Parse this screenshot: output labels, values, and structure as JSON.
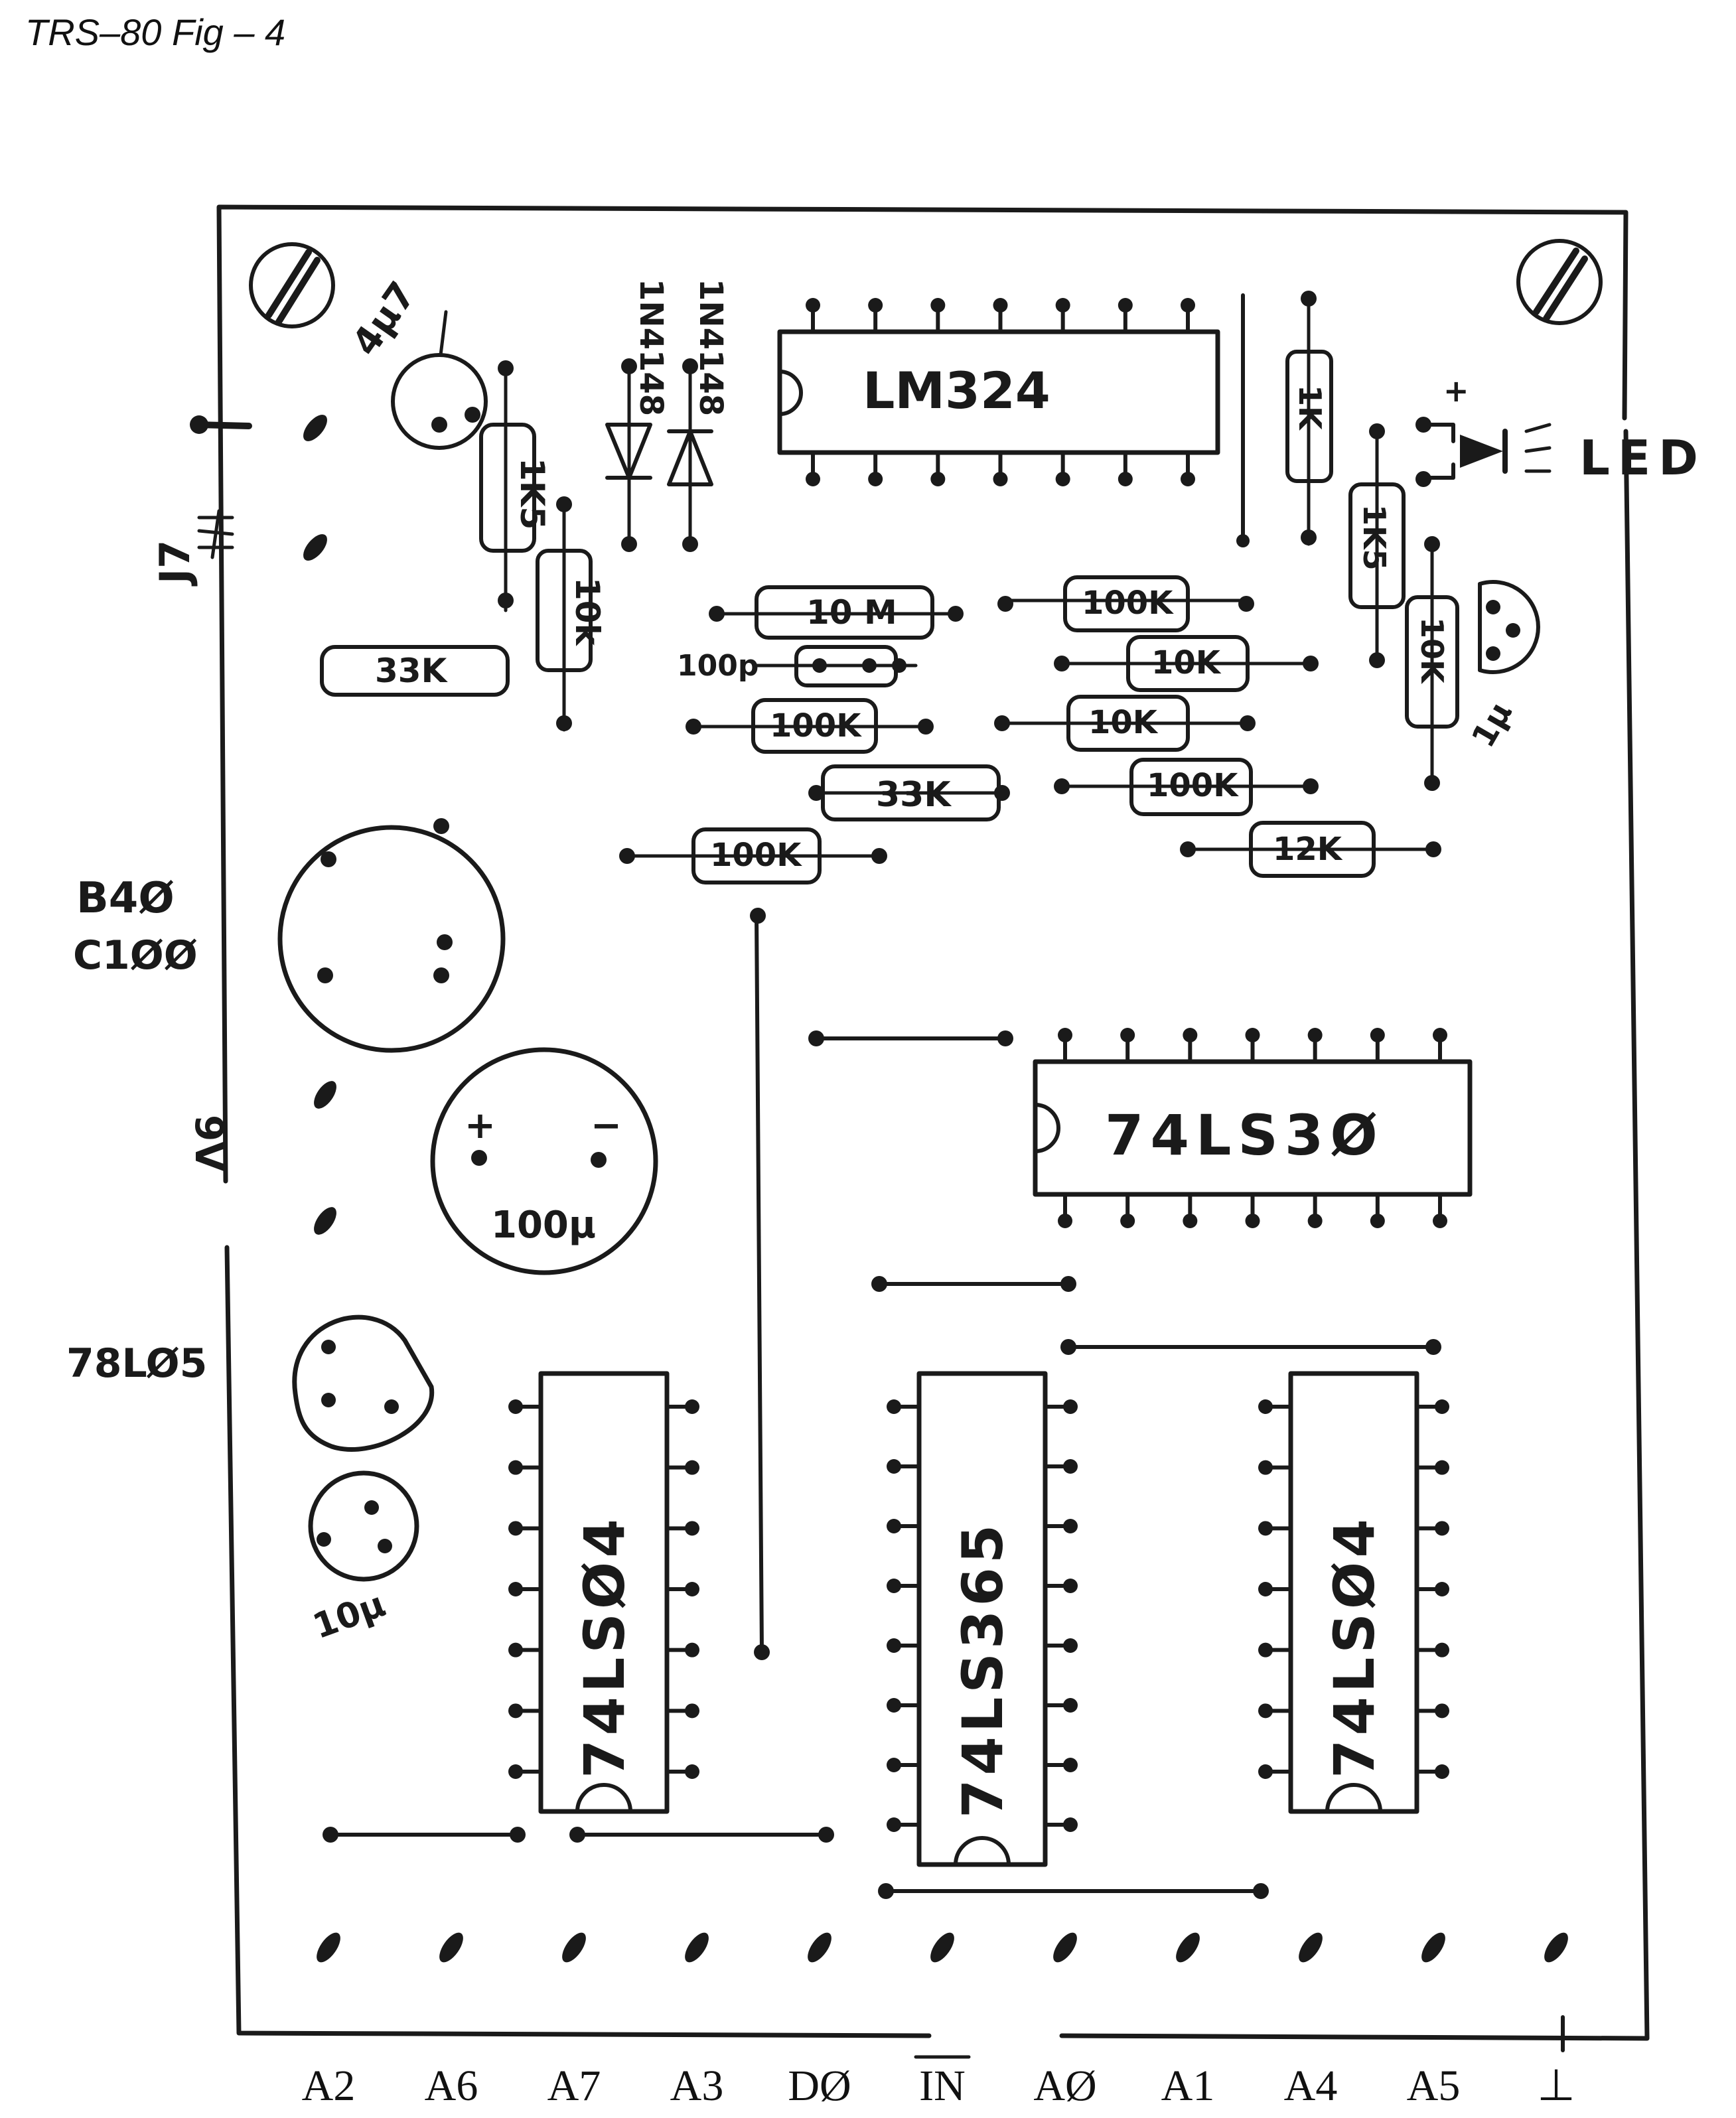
{
  "figure": {
    "title": "TRS–80 Fig – 4"
  },
  "colors": {
    "ink": "#1a1a1a",
    "paper": "#ffffff"
  },
  "ics": {
    "lm324": "LM324",
    "ls30": "74LS3Ø",
    "ls04_left": "74LSØ4",
    "ls365": "74LS365",
    "ls04_right": "74LSØ4"
  },
  "resistors": {
    "r_1k5": "1K5",
    "r_10k_a": "10k",
    "r_33k_left": "33K",
    "r_10m": "10 M",
    "r_100k_a": "100K",
    "r_33k_mid": "33K",
    "r_100k_b": "100K",
    "r_100k_c": "100K",
    "r_10k_b": "10K",
    "r_10k_c": "10K",
    "r_100k_d": "100K",
    "r_12k": "12K",
    "r_1k_top": "1K",
    "r_1k5_right": "1K5",
    "r_10k_right": "10K"
  },
  "components": {
    "cap_4u7": "4μ7",
    "diode_label_1": "1N4148",
    "diode_label_2": "1N4148",
    "cap_100p": "100p",
    "led": "LED",
    "led_plus": "+",
    "cap_1u": "1μ",
    "big_cap_100u": "100μ",
    "cap_10u": "10μ",
    "cap_plus": "+",
    "cap_minus": "−"
  },
  "side_labels": {
    "jack_7": "J7",
    "b40": "B4Ø",
    "c100": "C1ØØ",
    "plus": "9V",
    "reg": "78LØ5"
  },
  "pins": [
    "A2",
    "A6",
    "A7",
    "A3",
    "DØ",
    "IN",
    "AØ",
    "A1",
    "A4",
    "A5",
    "⊥"
  ]
}
